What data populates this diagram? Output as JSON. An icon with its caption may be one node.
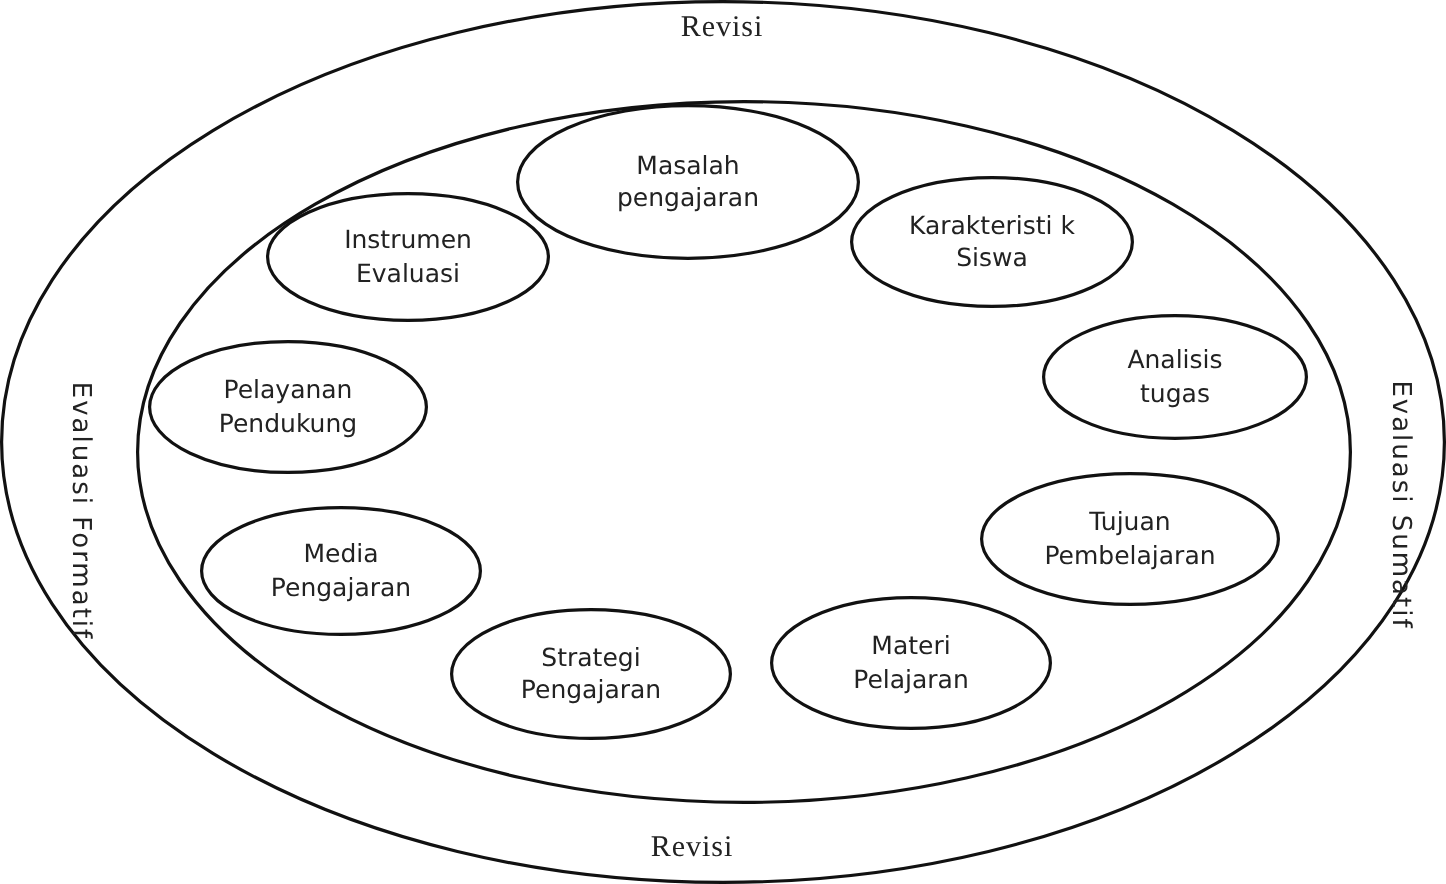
{
  "diagram": {
    "nodes": [
      {
        "text": [
          "Revisi",
          "Evaluasi Formatif",
          "Evaluasi Sumatif",
          "Revisi"
        ]
      },
      {
        "text": [],
        "shape": "ellipse",
        "in": 0
      },
      {
        "text": [
          "Masalah pengajaran"
        ],
        "in": 1
      },
      {
        "text": [
          "Instrumen Evaluasi"
        ],
        "in": 1
      },
      {
        "text": [
          "Karakteristi k Siswa"
        ],
        "in": 1
      },
      {
        "text": [
          "Pelayanan Pendukung"
        ],
        "in": 1
      },
      {
        "text": [
          "Analisis tugas"
        ],
        "in": 1
      },
      {
        "text": [
          "Media Pengajaran"
        ],
        "in": 1
      },
      {
        "text": [
          "Tujuan Pembelajaran"
        ],
        "in": 1
      },
      {
        "text": [
          "Strategi Pengajaran"
        ],
        "in": 1
      },
      {
        "text": [
          "Materi Pelajaran"
        ],
        "in": 1
      }
    ]
  }
}
